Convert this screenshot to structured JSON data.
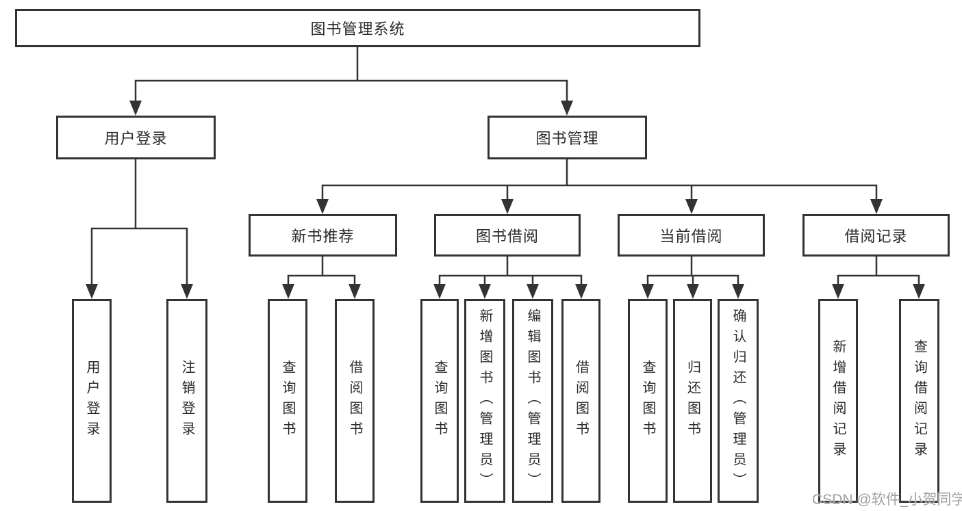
{
  "diagram": {
    "tree": {
      "root": {
        "label": "图书管理系统"
      },
      "children": [
        {
          "label": "用户登录",
          "children": [
            {
              "label": "用户登录"
            },
            {
              "label": "注销登录"
            }
          ]
        },
        {
          "label": "图书管理",
          "children": [
            {
              "label": "新书推荐",
              "children": [
                {
                  "label": "查询图书"
                },
                {
                  "label": "借阅图书"
                }
              ]
            },
            {
              "label": "图书借阅",
              "children": [
                {
                  "label": "查询图书"
                },
                {
                  "label": "新增图书（管理员）"
                },
                {
                  "label": "编辑图书（管理员）"
                },
                {
                  "label": "借阅图书"
                }
              ]
            },
            {
              "label": "当前借阅",
              "children": [
                {
                  "label": "查询图书"
                },
                {
                  "label": "归还图书"
                },
                {
                  "label": "确认归还（管理员）"
                }
              ]
            },
            {
              "label": "借阅记录",
              "children": [
                {
                  "label": "新增借阅记录"
                },
                {
                  "label": "查询借阅记录"
                }
              ]
            }
          ]
        }
      ]
    },
    "watermark": "CSDN @软件_小贺同学",
    "colors": {
      "line": "#333333",
      "text": "#2b2b2b",
      "watermark": "#a0a0a0",
      "background": "#ffffff"
    }
  }
}
